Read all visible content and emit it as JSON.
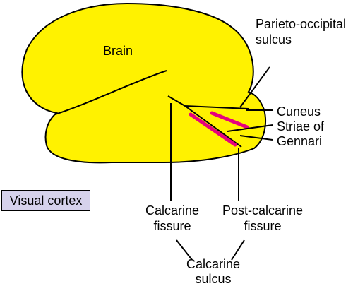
{
  "labels": {
    "brain": "Brain",
    "parieto_occipital_line1": "Parieto-occipital",
    "parieto_occipital_line2": "sulcus",
    "cuneus": "Cuneus",
    "striae_line1": "Striae of",
    "striae_line2": "Gennari",
    "calcarine_fissure_line1": "Calcarine",
    "calcarine_fissure_line2": "fissure",
    "post_calcarine_line1": "Post-calcarine",
    "post_calcarine_line2": "fissure",
    "calcarine_sulcus_line1": "Calcarine",
    "calcarine_sulcus_line2": "sulcus",
    "visual_cortex": "Visual cortex"
  },
  "colors": {
    "brain_fill": "#FFF200",
    "striae": "#E6007E",
    "outline": "#000000",
    "badge_fill": "#D6D2EC"
  }
}
